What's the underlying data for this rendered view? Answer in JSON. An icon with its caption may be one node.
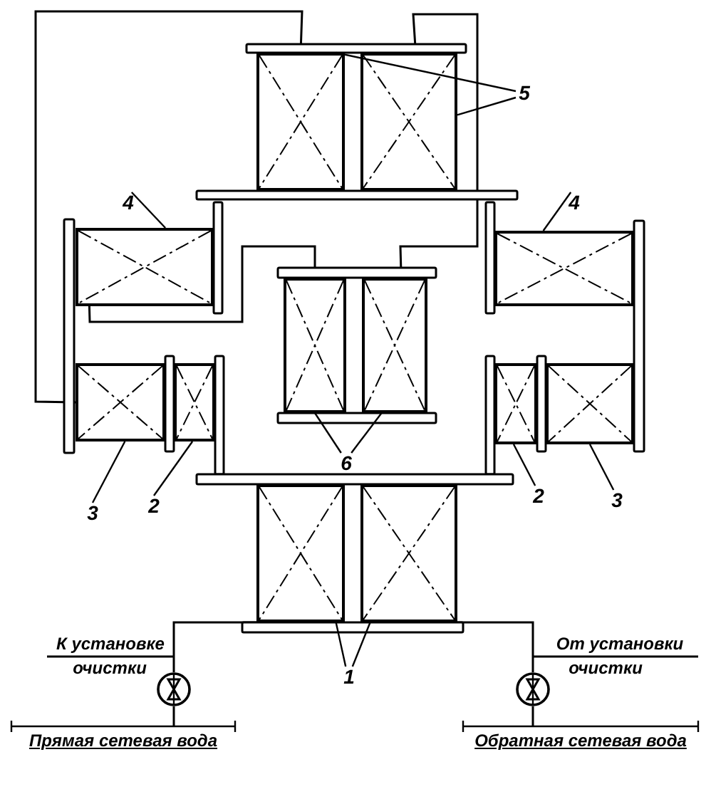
{
  "diagram": {
    "nodes": [
      {
        "text": [
          "5"
        ]
      },
      {
        "text": [],
        "shape": "box"
      },
      {
        "text": [],
        "shape": "box"
      },
      {
        "text": [
          "4"
        ]
      },
      {
        "text": [],
        "shape": "box"
      },
      {
        "text": [
          "4"
        ]
      },
      {
        "text": [],
        "shape": "box"
      },
      {
        "text": [],
        "shape": "box"
      },
      {
        "text": [],
        "shape": "box"
      },
      {
        "text": [
          "6"
        ]
      },
      {
        "text": [],
        "shape": "box"
      },
      {
        "text": [],
        "shape": "box"
      },
      {
        "text": [],
        "shape": "box"
      },
      {
        "text": [],
        "shape": "box"
      },
      {
        "text": [
          "3"
        ]
      },
      {
        "text": [
          "2"
        ]
      },
      {
        "text": [
          "2"
        ]
      },
      {
        "text": [
          "3"
        ]
      },
      {
        "text": [],
        "shape": "box"
      },
      {
        "text": [],
        "shape": "box"
      },
      {
        "text": [
          "1"
        ]
      },
      {
        "text": [],
        "shape": "circle"
      },
      {
        "text": [],
        "shape": "circle"
      }
    ],
    "edges": [
      {
        "from": 0,
        "to": 1,
        "arrow": "none"
      },
      {
        "from": 0,
        "to": 2,
        "arrow": "none"
      },
      {
        "from": 3,
        "to": 4,
        "arrow": "none"
      },
      {
        "from": 5,
        "to": 6,
        "arrow": "none"
      },
      {
        "from": 9,
        "to": 7,
        "arrow": "none"
      },
      {
        "from": 9,
        "to": 8,
        "arrow": "none"
      },
      {
        "from": 14,
        "to": 10,
        "arrow": "none"
      },
      {
        "from": 15,
        "to": 11,
        "arrow": "none"
      },
      {
        "from": 16,
        "to": 12,
        "arrow": "none"
      },
      {
        "from": 17,
        "to": 13,
        "arrow": "none"
      },
      {
        "from": 20,
        "to": 18,
        "arrow": "none"
      },
      {
        "from": 20,
        "to": 19,
        "arrow": "none"
      },
      {
        "from": 1,
        "to": 10,
        "arrow": "none"
      },
      {
        "from": 2,
        "to": 8,
        "arrow": "none"
      },
      {
        "from": 4,
        "to": 7,
        "arrow": "none"
      },
      {
        "from": 18,
        "to": 21,
        "arrow": "none"
      },
      {
        "from": 19,
        "to": 22,
        "arrow": "none"
      }
    ],
    "labels": [
      "К установке",
      "От установки",
      "очистки",
      "очистки",
      "Прямая сетевая вода",
      "Обратная сетевая вода"
    ]
  }
}
